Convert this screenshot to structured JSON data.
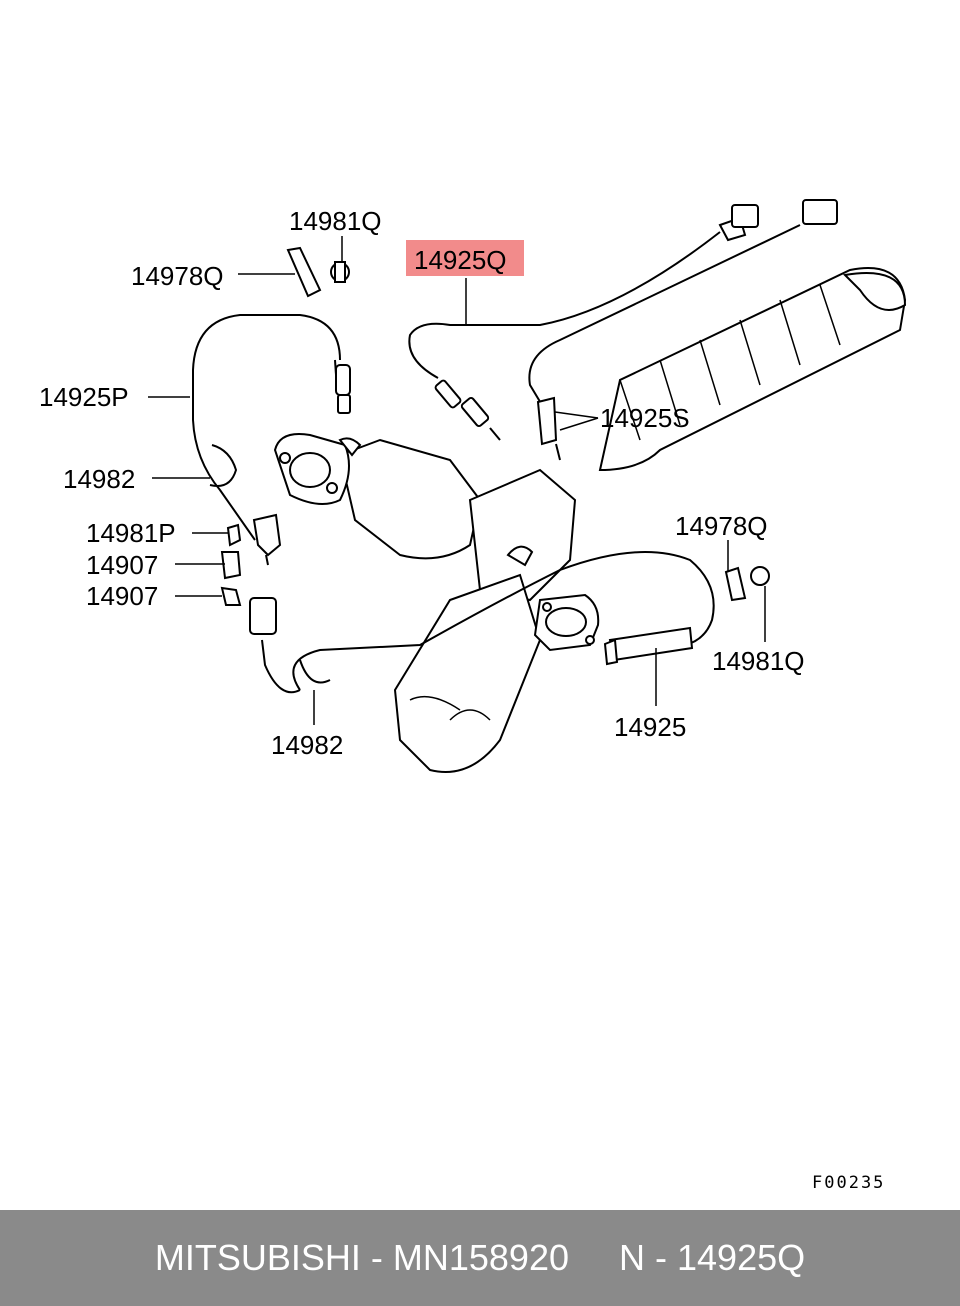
{
  "labels": {
    "l14981Q_top": "14981Q",
    "l14978Q_left": "14978Q",
    "l14925Q": "14925Q",
    "l14925P": "14925P",
    "l14925S": "14925S",
    "l14982_left": "14982",
    "l14981P": "14981P",
    "l14907_a": "14907",
    "l14907_b": "14907",
    "l14978Q_right": "14978Q",
    "l14981Q_right": "14981Q",
    "l14925": "14925",
    "l14982_bottom": "14982"
  },
  "highlight_color": "#f28b8b",
  "figure_code": "F00235",
  "footer": {
    "text": "MITSUBISHI - MN158920     N - 14925Q",
    "background": "#8a8a8a"
  }
}
